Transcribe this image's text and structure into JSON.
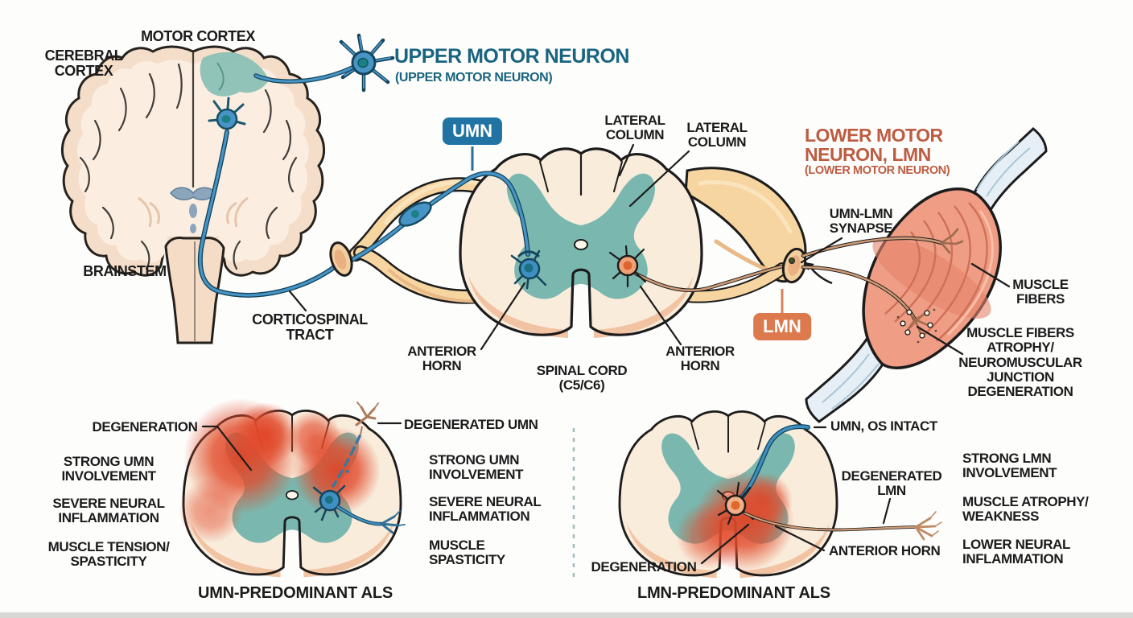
{
  "header": {
    "motor_cortex": "MOTOR CORTEX",
    "cerebral_cortex": "CEREBRAL\nCORTEX",
    "brainstem": "BRAINSTEM",
    "corticospinal_tract": "CORTICOSPINAL\nTRACT",
    "umn_title": "UPPER MOTOR NEURON",
    "umn_subtitle": "(UPPER MOTOR NEURON)",
    "umn_badge": "UMN",
    "lmn_title": "LOWER MOTOR\nNEURON, LMN",
    "lmn_subtitle": "(LOWER MOTOR NEURON)",
    "lmn_badge": "LMN"
  },
  "cord": {
    "lateral_column_left": "LATERAL\nCOLUMN",
    "lateral_column_right": "LATERAL\nCOLUMN",
    "umn_lmn_synapse": "UMN-LMN\nSYNAPSE",
    "anterior_horn_left": "ANTERIOR\nHORN",
    "anterior_horn_right": "ANTERIOR\nHORN",
    "spinal_cord_level": "SPINAL CORD\n(C5/C6)"
  },
  "muscle": {
    "muscle_fibers": "MUSCLE\nFIBERS",
    "muscle_atrophy": "MUSCLE FIBERS\nATROPHY/\nNEUROMUSCULAR\nJUNCTION\nDEGENERATION"
  },
  "umn_panel": {
    "degeneration": "DEGENERATION",
    "degenerated_umn": "DEGENERATED UMN",
    "left_items": [
      "STRONG UMN\nINVOLVEMENT",
      "SEVERE NEURAL\nINFLAMMATION",
      "MUSCLE TENSION/\nSPASTICITY"
    ],
    "right_items": [
      "STRONG UMN\nINVOLVEMENT",
      "SEVERE NEURAL\nINFLAMMATION",
      "MUSCLE\nSPASTICITY"
    ],
    "caption": "UMN-PREDOMINANT ALS"
  },
  "lmn_panel": {
    "umn_os_intact": "UMN, OS INTACT",
    "degenerated_lmn": "DEGENERATED\nLMN",
    "anterior_horn": "ANTERIOR HORN",
    "degeneration": "DEGENERATION",
    "items": [
      "STRONG LMN\nINVOLVEMENT",
      "MUSCLE ATROPHY/\nWEAKNESS",
      "LOWER NEURAL\nINFLAMMATION"
    ],
    "caption": "LMN-PREDOMINANT ALS"
  },
  "colors": {
    "umn_text": "#19647f",
    "lmn_text": "#bc5c41",
    "umn_badge_bg": "#2173a3",
    "lmn_badge_bg": "#dc7a4d",
    "ink": "#1b1b1b",
    "gray_matter_teal": "#7ab7ae",
    "degeneration_red": "#e14a2b",
    "nerve_root_yellow": "#f6d5a0",
    "neuron_blue": "#4795c6",
    "muscle_red": "#ef9d84"
  }
}
